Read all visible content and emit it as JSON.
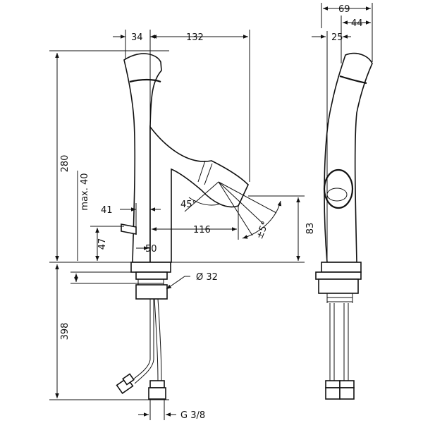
{
  "drawing": {
    "colors": {
      "ink": "#111111",
      "paper": "#ffffff"
    },
    "front_view": {
      "dim_top_small": "34",
      "dim_top_reach": "132",
      "dim_total_height": "280",
      "dim_max_clearance": "max. 40",
      "dim_spout_angle": "45°",
      "dim_lever_offset": "41",
      "dim_spout_reach": "116",
      "dim_swivel": "±5°",
      "dim_spout_height": "83",
      "dim_lever_height": "47",
      "dim_base_half": "50",
      "dim_hole_diameter": "Ø 32",
      "dim_below_deck": "398",
      "dim_connection": "G 3/8"
    },
    "side_view": {
      "dim_total_depth": "69",
      "dim_rear_depth": "44",
      "dim_front_offset": "25"
    }
  }
}
